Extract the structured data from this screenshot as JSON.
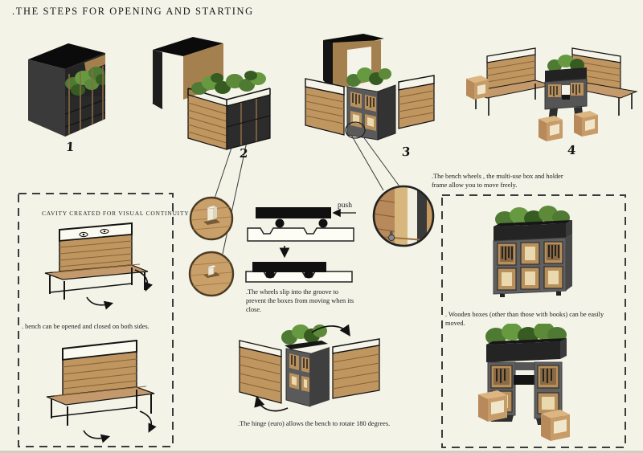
{
  "page": {
    "title": ".THE STEPS FOR OPENING AND STARTING",
    "background_color": "#f3f3e8"
  },
  "steps": [
    {
      "label": "1"
    },
    {
      "label": "2"
    },
    {
      "label": "3"
    },
    {
      "label": "4"
    }
  ],
  "left_panel": {
    "heading": "CAVITY CREATED FOR VISUAL CONTINUITY",
    "caption": ". bench can be opened and closed on both sides."
  },
  "callouts": {
    "bench_wheels": ".The bench wheels , the multi-use box and holder frame allow you to move freely.",
    "push": "push",
    "wheels_groove": ".The wheels slip into the groove to prevent the boxes from moving when its close.",
    "hinge": ".The hinge (euro) allows the bench to rotate 180 degrees."
  },
  "right_panel": {
    "caption": ". Wooden boxes (other than those with books) can be easily moved."
  },
  "colors": {
    "background": "#f3f3e8",
    "ink": "#1c1c1c",
    "frame_black": "#0f0f0f",
    "panel_dark": "#2c2c2c",
    "body_gray": "#5d5d5d",
    "wood": "#c49a6c",
    "wood_mid": "#bf9560",
    "wood_light": "#dcb680",
    "wood_dark": "#a07646",
    "cream_panel": "#f6f4e8",
    "plant_green": "#4e7a33",
    "plant_green_light": "#6f9c45",
    "plant_green_dark": "#375c22"
  }
}
